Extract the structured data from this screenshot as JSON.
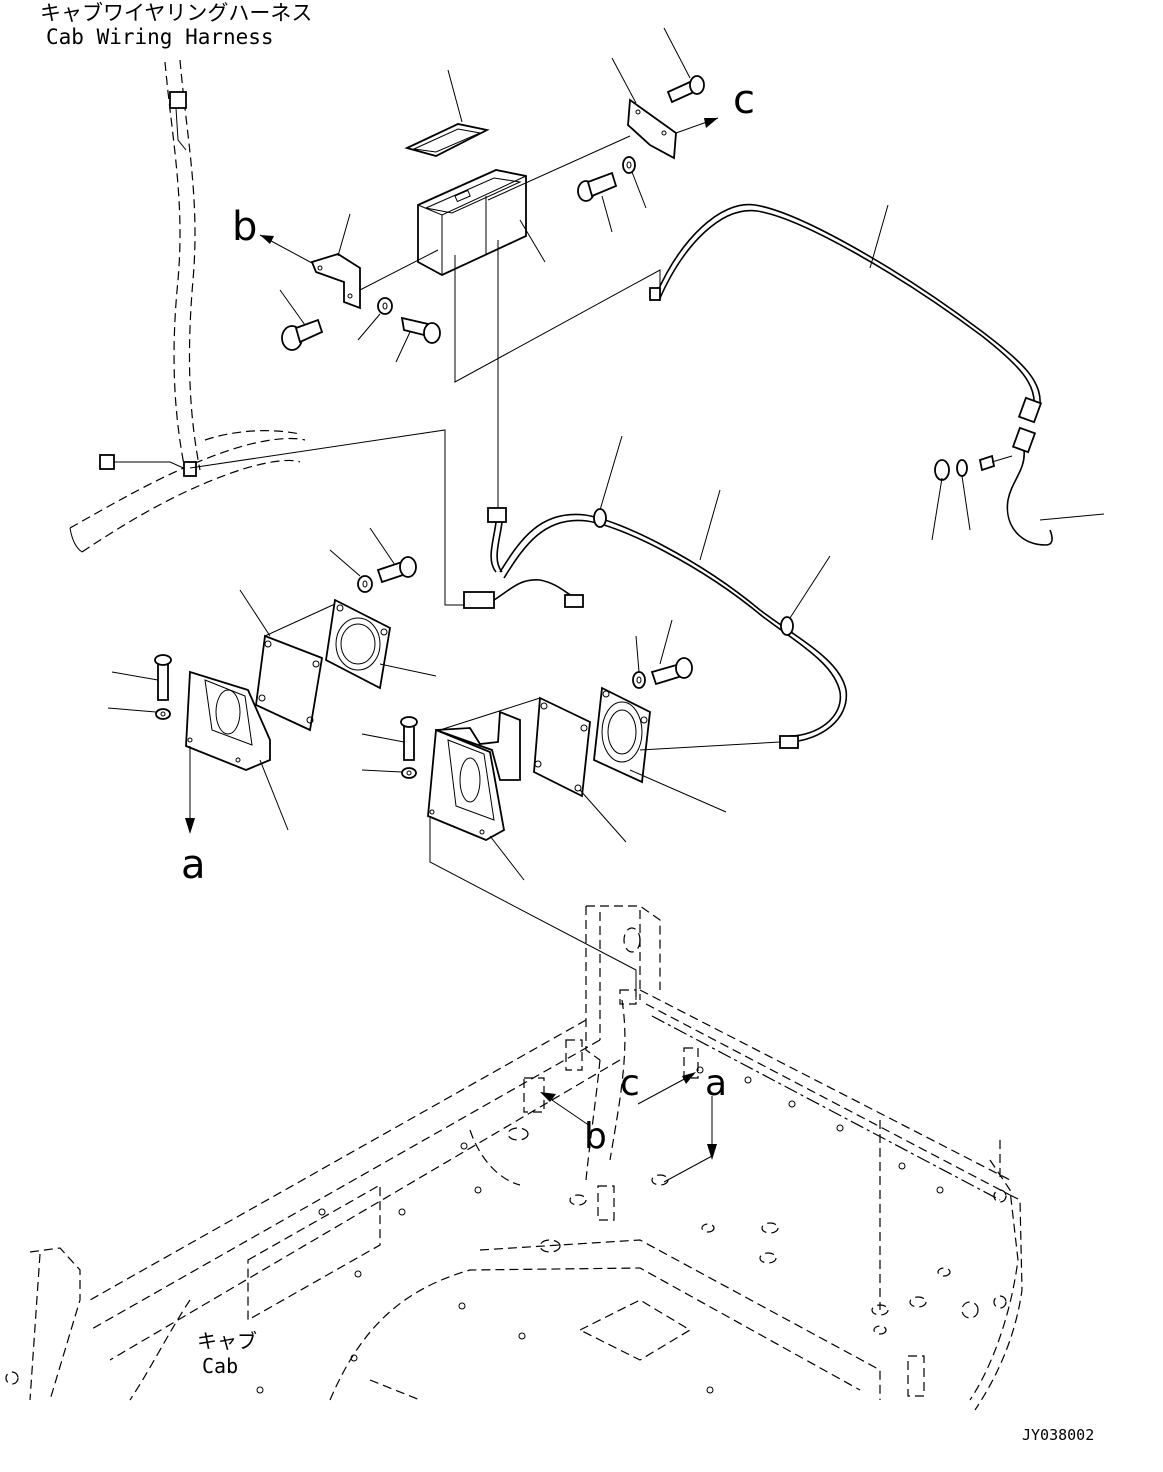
{
  "labels": {
    "cab_harness_jp": "キャブワイヤリングハーネス",
    "cab_harness_en": "Cab Wiring Harness",
    "cab_jp": "キャブ",
    "cab_en": "Cab",
    "ref_a_top": "a",
    "ref_b_top": "b",
    "ref_c_top": "c",
    "ref_a_bottom": "a",
    "ref_b_bottom": "b",
    "ref_c_bottom": "c",
    "figure_code": "JY038002"
  }
}
